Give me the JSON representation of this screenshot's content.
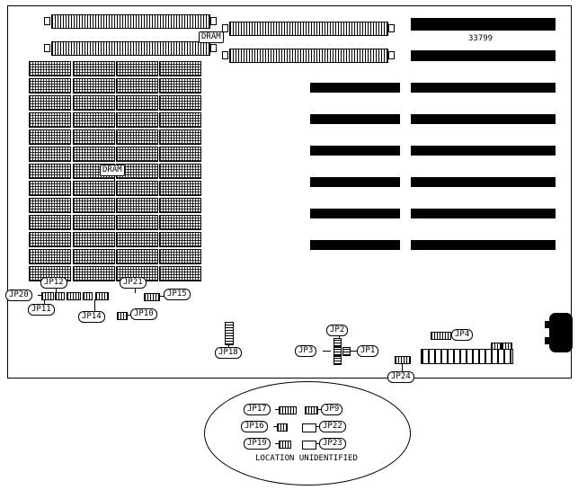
{
  "board": {
    "model": "33799",
    "dram_top_label": "DRAM",
    "dram_mid_label": "DRAM"
  },
  "jumpers": {
    "jp1": "JP1",
    "jp2": "JP2",
    "jp3": "JP3",
    "jp4": "JP4",
    "jp10": "JP10",
    "jp11": "JP11",
    "jp12": "JP12",
    "jp14": "JP14",
    "jp15": "JP15",
    "jp18": "JP18",
    "jp20": "JP20",
    "jp21": "JP21",
    "jp24": "JP24"
  },
  "unidentified": {
    "caption": "LOCATION UNIDENTIFIED",
    "jp17": "JP17",
    "jp9": "JP9",
    "jp16": "JP16",
    "jp22": "JP22",
    "jp19": "JP19",
    "jp23": "JP23"
  },
  "colors": {
    "ink": "#000000",
    "background": "#ffffff"
  }
}
